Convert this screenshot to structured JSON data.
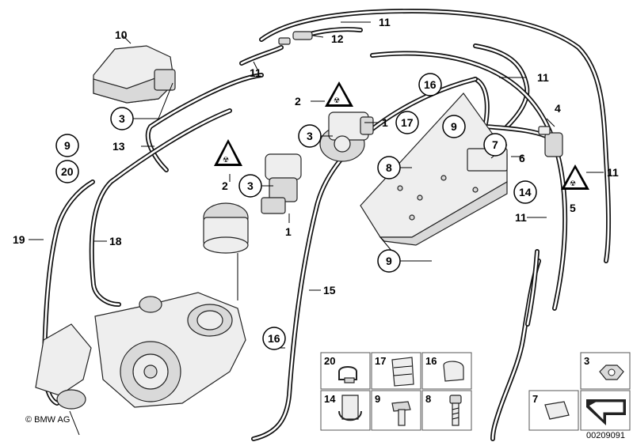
{
  "diagram": {
    "title": "",
    "copyright": "© BMW AG",
    "drawing_number": "00209091",
    "callouts": {
      "c1": "10",
      "c2": "12",
      "c3": "11",
      "c4": "11",
      "c5": "11",
      "c6": "4",
      "c7": "16",
      "c8": "2",
      "c9": "1",
      "c10": "17",
      "c11": "3",
      "c12": "3",
      "c13": "13",
      "c14": "9",
      "c15": "20",
      "c16": "2",
      "c17": "3",
      "c18": "1",
      "c19": "9",
      "c20": "7",
      "c21": "6",
      "c22": "8",
      "c23": "11",
      "c24": "14",
      "c25": "5",
      "c26": "11",
      "c27": "19",
      "c28": "18",
      "c29": "9",
      "c30": "15",
      "c31": "16"
    },
    "legend": [
      {
        "num": "20"
      },
      {
        "num": "17"
      },
      {
        "num": "16"
      },
      {
        "num": "3"
      },
      {
        "num": "14"
      },
      {
        "num": "9"
      },
      {
        "num": "8"
      },
      {
        "num": "7"
      }
    ]
  }
}
